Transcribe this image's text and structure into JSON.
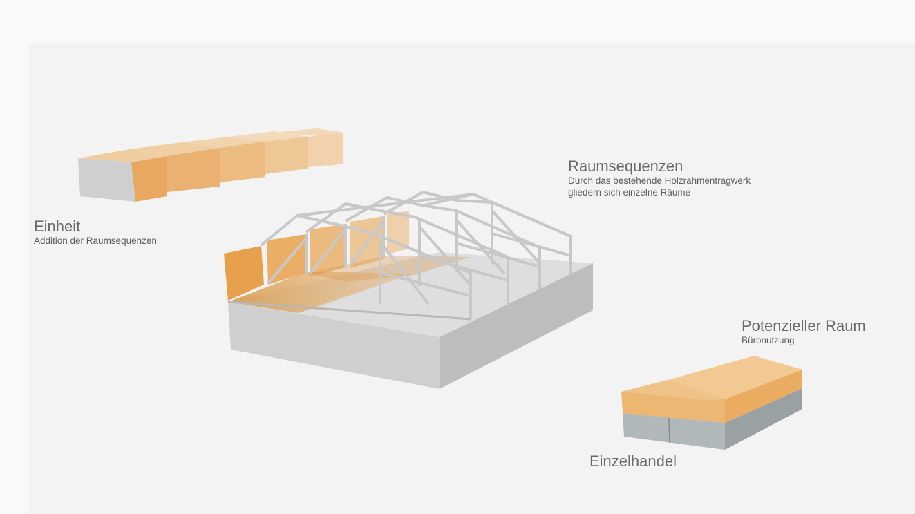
{
  "labels": {
    "einheit": {
      "title": "Einheit",
      "subtitle": "Addition der Raumsequenzen"
    },
    "raumsequenzen": {
      "title": "Raumsequenzen",
      "line1": "Durch das bestehende Holzrahmentragwerk",
      "line2": "gliedern sich einzelne Räume"
    },
    "potenziell": {
      "title": "Potenzieller Raum",
      "subtitle": "Büronutzung"
    },
    "einzelhandel": "Einzelhandel"
  },
  "colors": {
    "orange": "#e9a24b",
    "orange_light": "#efc58f",
    "grey_block": "#cfcfcf",
    "frame": "#c9c9c9",
    "retail": "#a9b0b2"
  }
}
